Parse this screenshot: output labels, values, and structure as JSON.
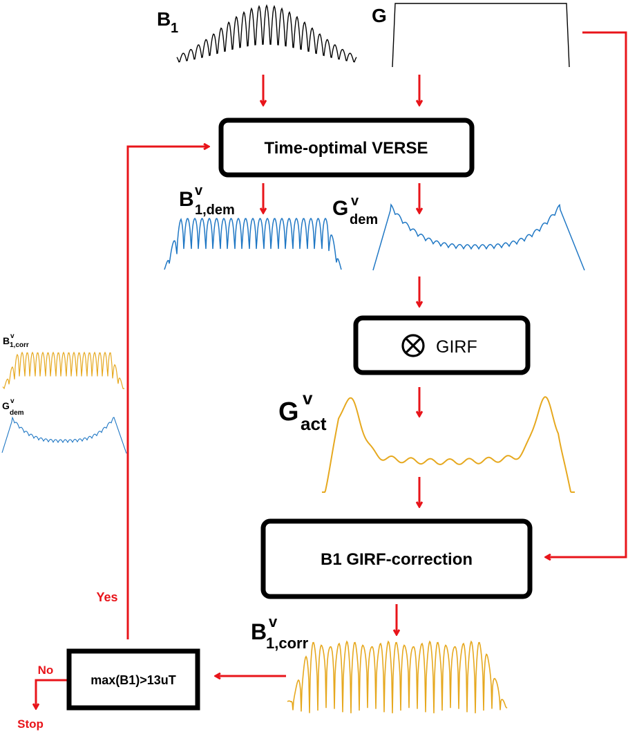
{
  "boxes": {
    "verse": "Time-optimal VERSE",
    "girf": "GIRF",
    "correction": "B1 GIRF-correction",
    "decision": "max(B1)>13uT"
  },
  "labels": {
    "b1_main": "B",
    "b1_sub": "1",
    "g": "G",
    "b1v_dem_main": "B",
    "b1v_dem_sup": "v",
    "b1v_dem_sub": "1,dem",
    "gv_dem_main": "G",
    "gv_dem_sup": "v",
    "gv_dem_sub": "dem",
    "gv_act_main": "G",
    "gv_act_sup": "v",
    "gv_act_sub": "act",
    "b1v_corr_main": "B",
    "b1v_corr_sup": "v",
    "b1v_corr_sub": "1,corr",
    "side_b1_main": "B",
    "side_b1_sup": "v",
    "side_b1_sub": "1,corr",
    "side_g_main": "G",
    "side_g_sup": "v",
    "side_g_sub": "dem",
    "yes": "Yes",
    "no": "No",
    "stop": "Stop"
  },
  "colors": {
    "arrow": "#e8141a",
    "input_waveform": "#000000",
    "demanded_waveform": "#1f77c4",
    "actual_waveform": "#e6a81e"
  }
}
